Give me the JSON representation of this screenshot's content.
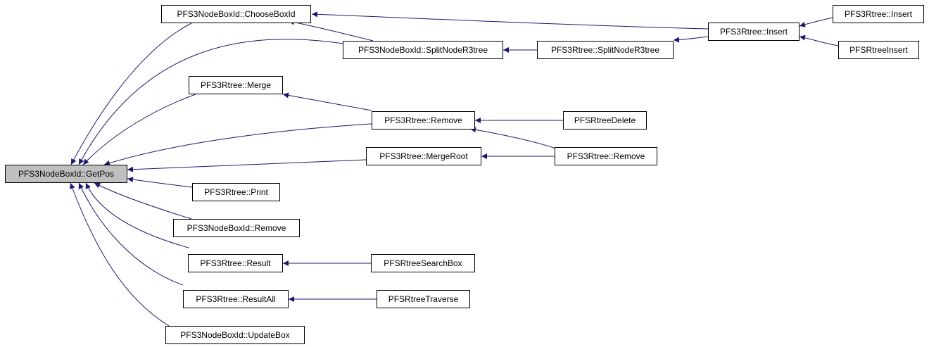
{
  "graph": {
    "root": "PFS3NodeBoxId::GetPos",
    "nodes": {
      "getpos": "PFS3NodeBoxId::GetPos",
      "chooseboxid": "PFS3NodeBoxId::ChooseBoxId",
      "splitnoder3tree_nb": "PFS3NodeBoxId::SplitNodeR3tree",
      "splitnoder3tree_rt": "PFS3Rtree::SplitNodeR3tree",
      "insert": "PFS3Rtree::Insert",
      "insert2": "PFS3Rtree::Insert",
      "pfsrtreeinsert": "PFSRtreeInsert",
      "merge": "PFS3Rtree::Merge",
      "remove_rt": "PFS3Rtree::Remove",
      "pfsrtreedelete": "PFSRtreeDelete",
      "mergeroot": "PFS3Rtree::MergeRoot",
      "remove_rt2": "PFS3Rtree::Remove",
      "print": "PFS3Rtree::Print",
      "remove_nb": "PFS3NodeBoxId::Remove",
      "result": "PFS3Rtree::Result",
      "pfsrtreesearchbox": "PFSRtreeSearchBox",
      "resultall": "PFS3Rtree::ResultAll",
      "pfsrtreetraverse": "PFSRtreeTraverse",
      "updatebox": "PFS3NodeBoxId::UpdateBox"
    },
    "edges": [
      [
        "chooseboxid",
        "getpos"
      ],
      [
        "splitnoder3tree_nb",
        "getpos"
      ],
      [
        "merge",
        "getpos"
      ],
      [
        "remove_rt",
        "getpos"
      ],
      [
        "mergeroot",
        "getpos"
      ],
      [
        "print",
        "getpos"
      ],
      [
        "remove_nb",
        "getpos"
      ],
      [
        "result",
        "getpos"
      ],
      [
        "resultall",
        "getpos"
      ],
      [
        "updatebox",
        "getpos"
      ],
      [
        "insert",
        "chooseboxid"
      ],
      [
        "splitnoder3tree_nb",
        "chooseboxid"
      ],
      [
        "splitnoder3tree_rt",
        "splitnoder3tree_nb"
      ],
      [
        "insert",
        "splitnoder3tree_rt"
      ],
      [
        "insert2",
        "insert"
      ],
      [
        "pfsrtreeinsert",
        "insert"
      ],
      [
        "remove_rt",
        "merge"
      ],
      [
        "pfsrtreedelete",
        "remove_rt"
      ],
      [
        "remove_rt2",
        "remove_rt"
      ],
      [
        "remove_rt2",
        "mergeroot"
      ],
      [
        "pfsrtreesearchbox",
        "result"
      ],
      [
        "pfsrtreetraverse",
        "resultall"
      ]
    ],
    "colors": {
      "edge": "#191970",
      "node_border": "#000000",
      "root_fill": "#bfbfbf",
      "node_fill": "#ffffff"
    }
  }
}
